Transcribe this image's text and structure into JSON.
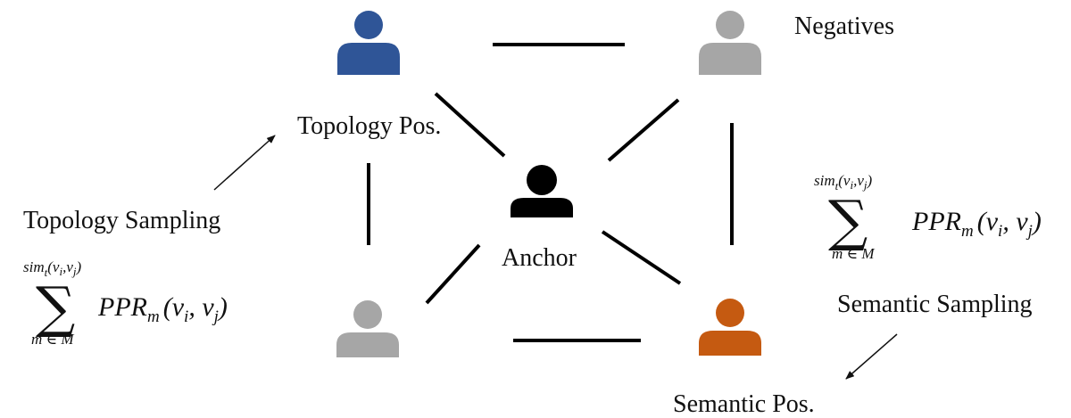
{
  "labels": {
    "negatives": "Negatives",
    "topology_pos": "Topology Pos.",
    "anchor": "Anchor",
    "topology_sampling": "Topology Sampling",
    "semantic_sampling": "Semantic Sampling",
    "semantic_pos": "Semantic Pos."
  },
  "formula": {
    "sum_symbol": "∑",
    "sum_index": "m ∈ M",
    "upper": "sim",
    "upper_sub": "t",
    "upper_args": "(v",
    "upper_i": "i",
    "upper_comma": ",v",
    "upper_j": "j",
    "upper_close": ")",
    "ppr": "PPR",
    "ppr_sub": "m",
    "args_open": "(v",
    "arg_i": "i",
    "args_comma": ", v",
    "arg_j": "j",
    "args_close": ")"
  },
  "colors": {
    "topology_pos": "#2f5597",
    "negative": "#a6a6a6",
    "anchor": "#000000",
    "semantic_pos": "#c55a11"
  },
  "icons": {
    "person": "person-icon"
  }
}
